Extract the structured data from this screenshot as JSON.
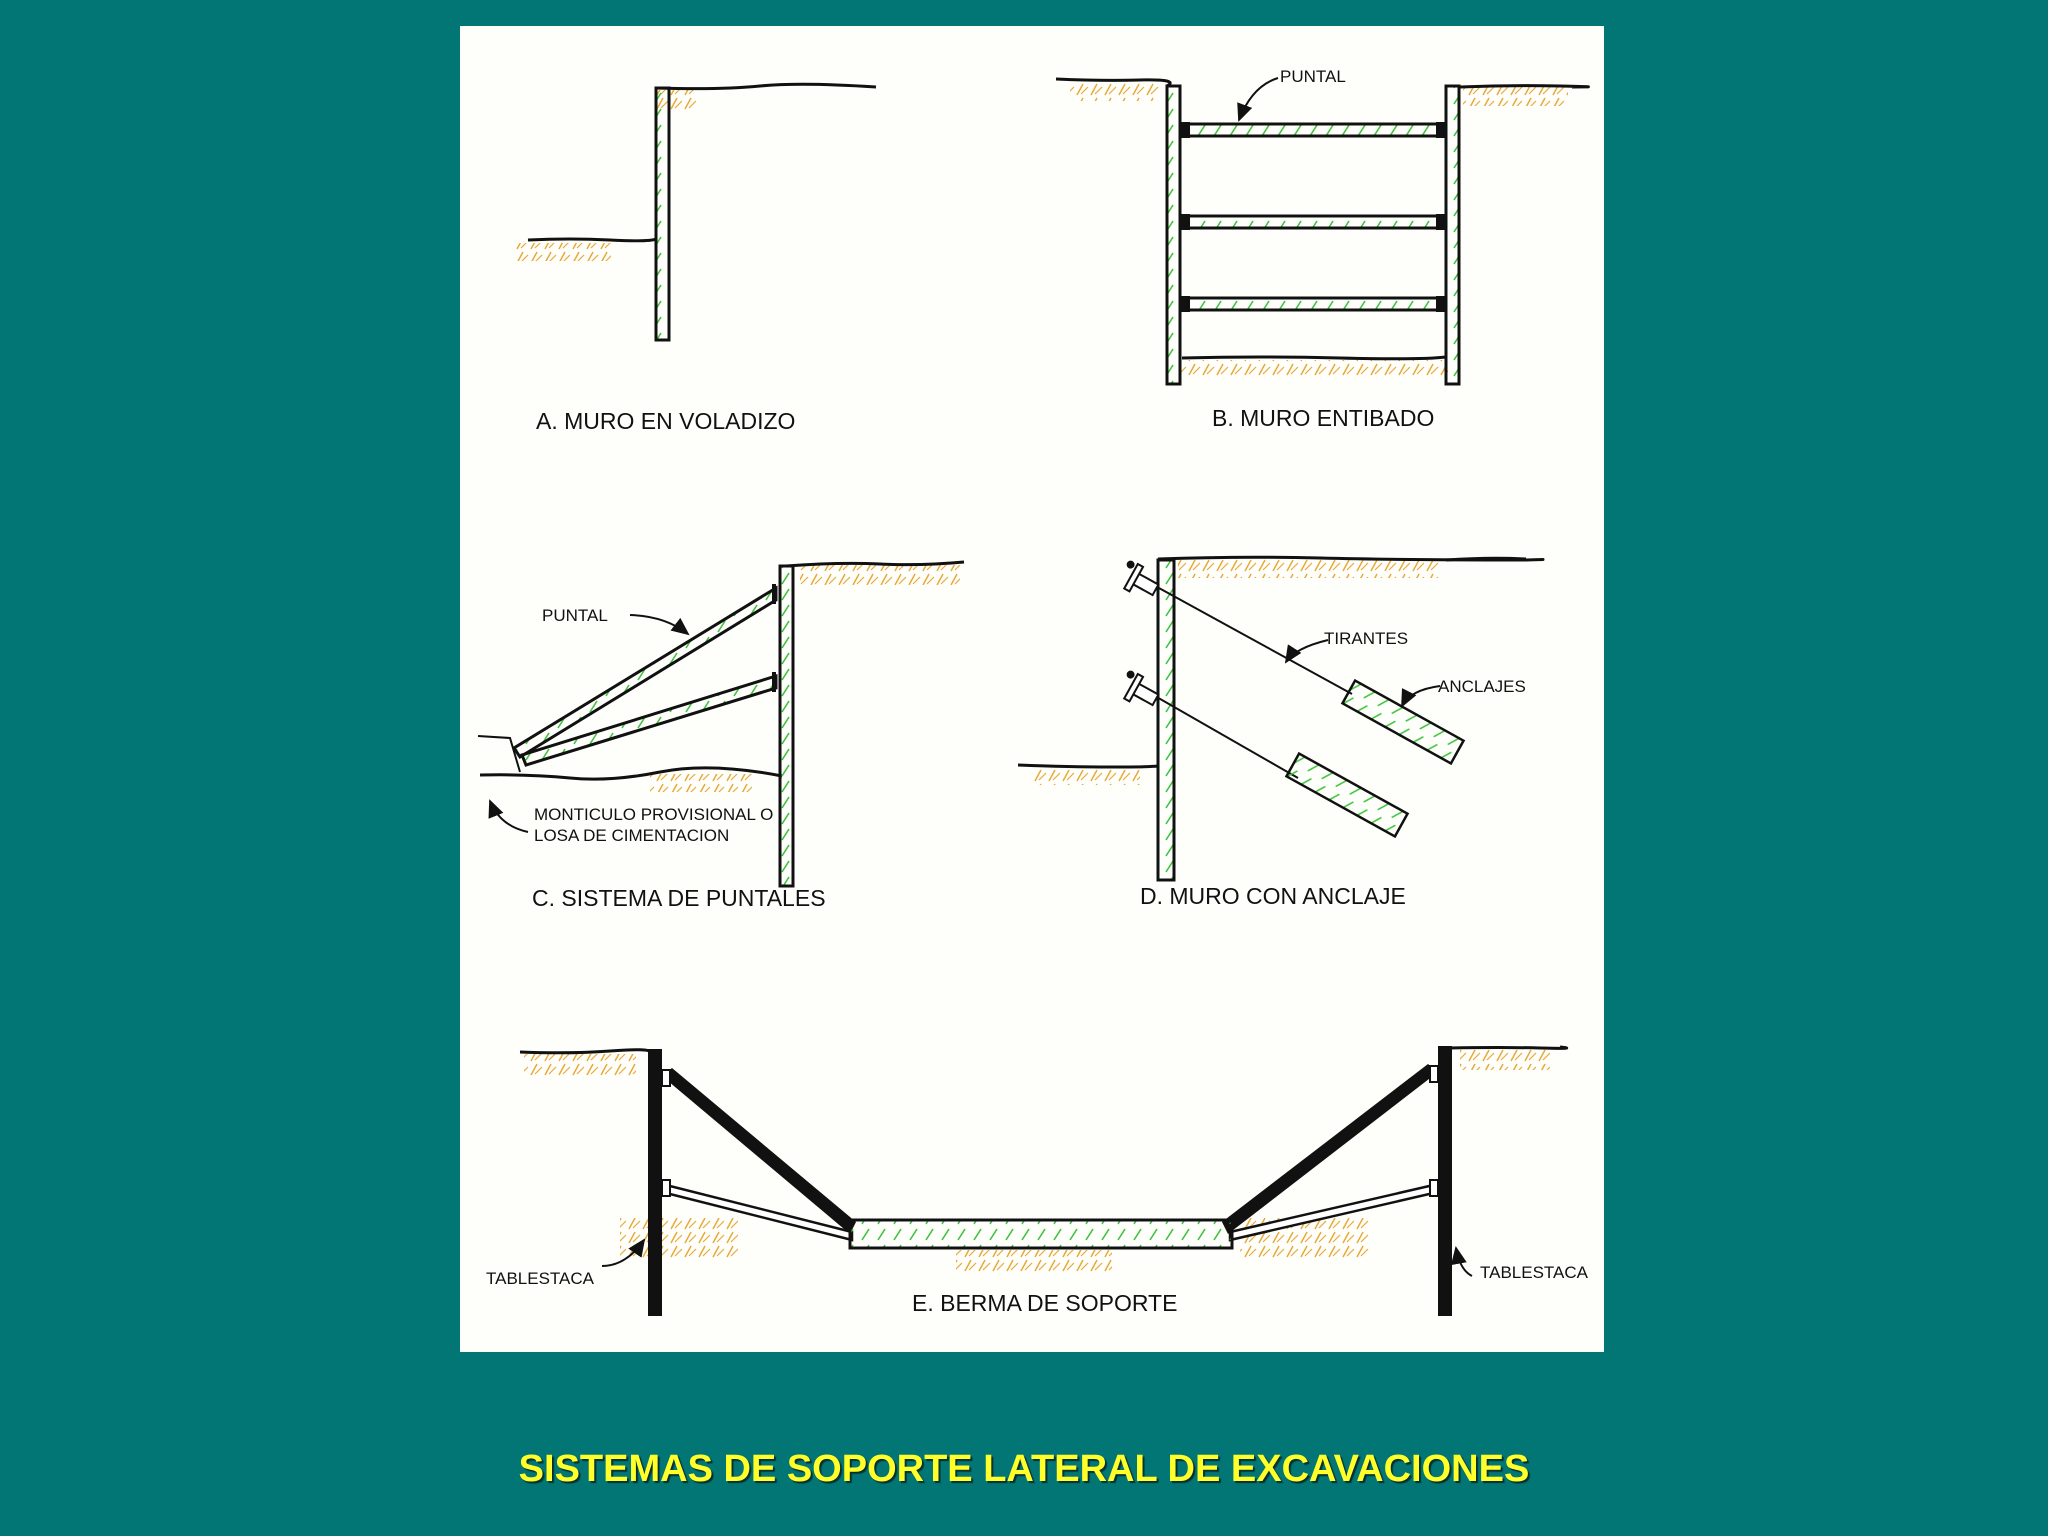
{
  "slide_title": "SISTEMAS DE SOPORTE LATERAL DE EXCAVACIONES",
  "panels": {
    "a": {
      "caption": "A. MURO EN VOLADIZO"
    },
    "b": {
      "caption": "B. MURO ENTIBADO",
      "strut_label": "PUNTAL"
    },
    "c": {
      "caption": "C. SISTEMA DE PUNTALES",
      "strut_label": "PUNTAL",
      "berm_label_line1": "MONTICULO PROVISIONAL O",
      "berm_label_line2": "LOSA  DE CIMENTACION"
    },
    "d": {
      "caption": "D. MURO CON ANCLAJE",
      "tieback_label": "TIRANTES",
      "anchor_label": "ANCLAJES"
    },
    "e": {
      "caption": "E. BERMA DE SOPORTE",
      "sheetpile_left_label": "TABLESTACA",
      "sheetpile_right_label": "TABLESTACA"
    }
  },
  "colors": {
    "background": "#027675",
    "panel": "#fefefa",
    "hatch": "#3cc43c",
    "soil": "#e8a93a",
    "title": "#ffff2a"
  }
}
